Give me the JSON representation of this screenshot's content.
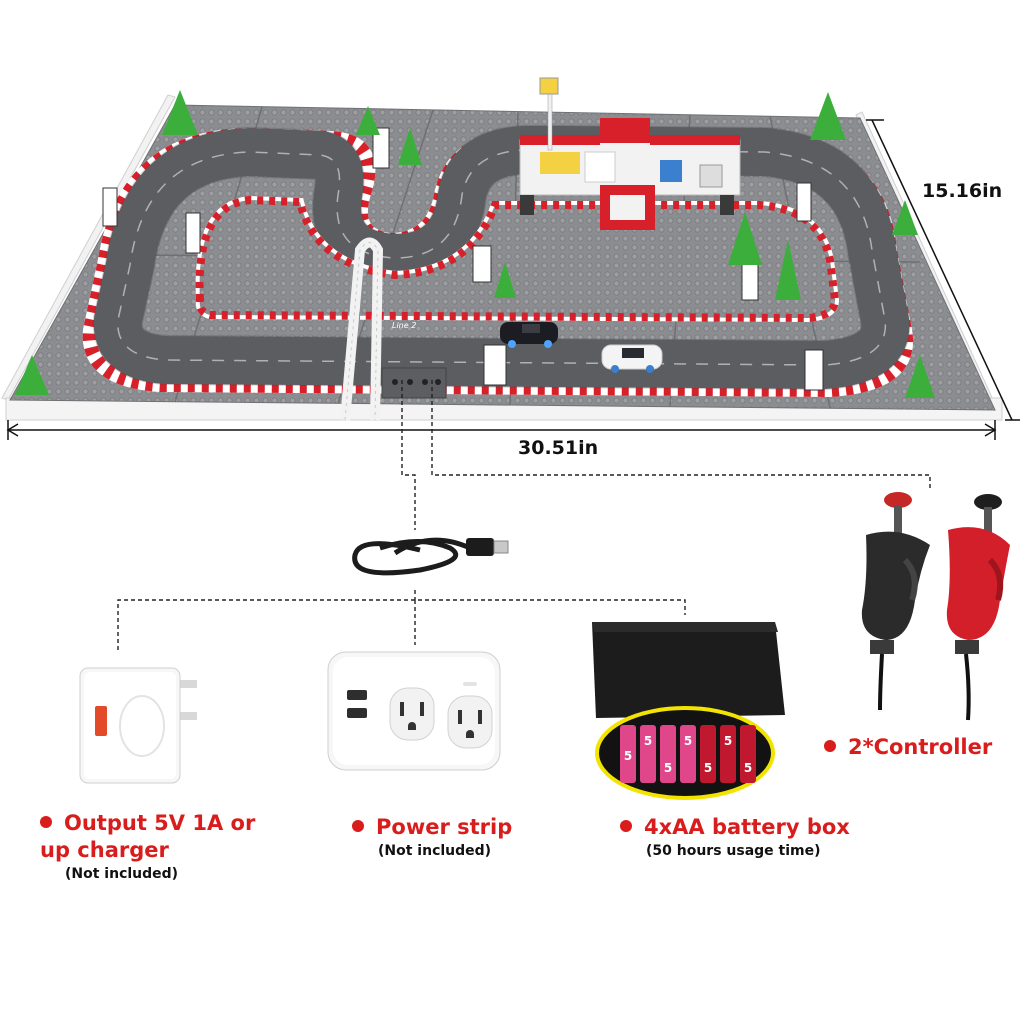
{
  "dimensions": {
    "width": "30.51in",
    "depth": "15.16in"
  },
  "track": {
    "lane_label": "Line 2"
  },
  "items": {
    "charger": {
      "title_line1": "Output 5V 1A or",
      "title_line2": "up charger",
      "note": "(Not included)"
    },
    "power_strip": {
      "title": "Power strip",
      "note": "(Not included)"
    },
    "battery_box": {
      "title": "4xAA battery box",
      "note": "(50 hours usage time)",
      "battery_mark": "5"
    },
    "controllers": {
      "title": "2*Controller"
    }
  },
  "colors": {
    "accent_red": "#d91c1c",
    "baseplate": "#8d8f93",
    "track": "#6e7074",
    "curb_red": "#d8202a",
    "tree_green": "#3cae3c"
  }
}
